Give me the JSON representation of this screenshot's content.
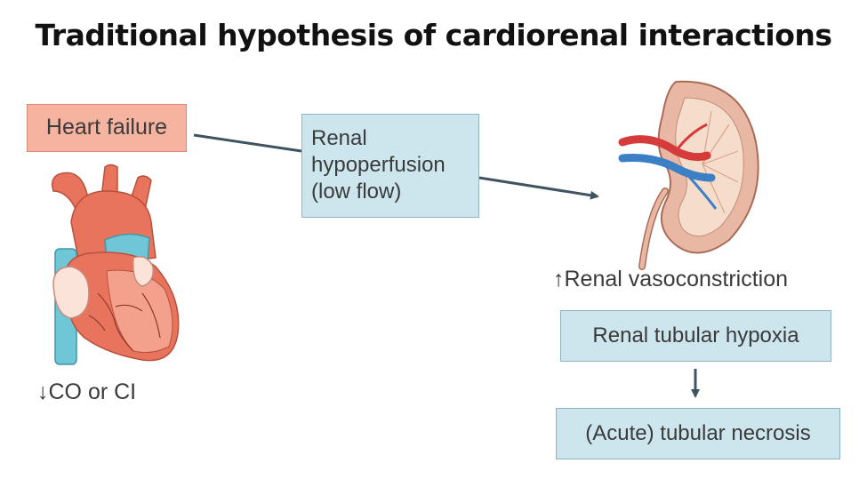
{
  "title": "Traditional hypothesis of cardiorenal interactions",
  "heart_failure": "Heart failure",
  "renal_hypoperfusion": [
    "Renal",
    "hypoperfusion",
    "(low flow)"
  ],
  "renal_vasoconstriction": "↑Renal vasoconstriction",
  "renal_tubular_hypoxia": "Renal tubular hypoxia",
  "tubular_necrosis": "(Acute) tubular necrosis",
  "co_ci": "↓CO or CI",
  "colors": {
    "heart_red": "#e8745e",
    "heart_light": "#f3a08c",
    "vessel_blue": "#6fc6d6",
    "box_blue": "#cde6ee",
    "box_pink": "#f6b3a0",
    "arrow": "#3f5360"
  }
}
